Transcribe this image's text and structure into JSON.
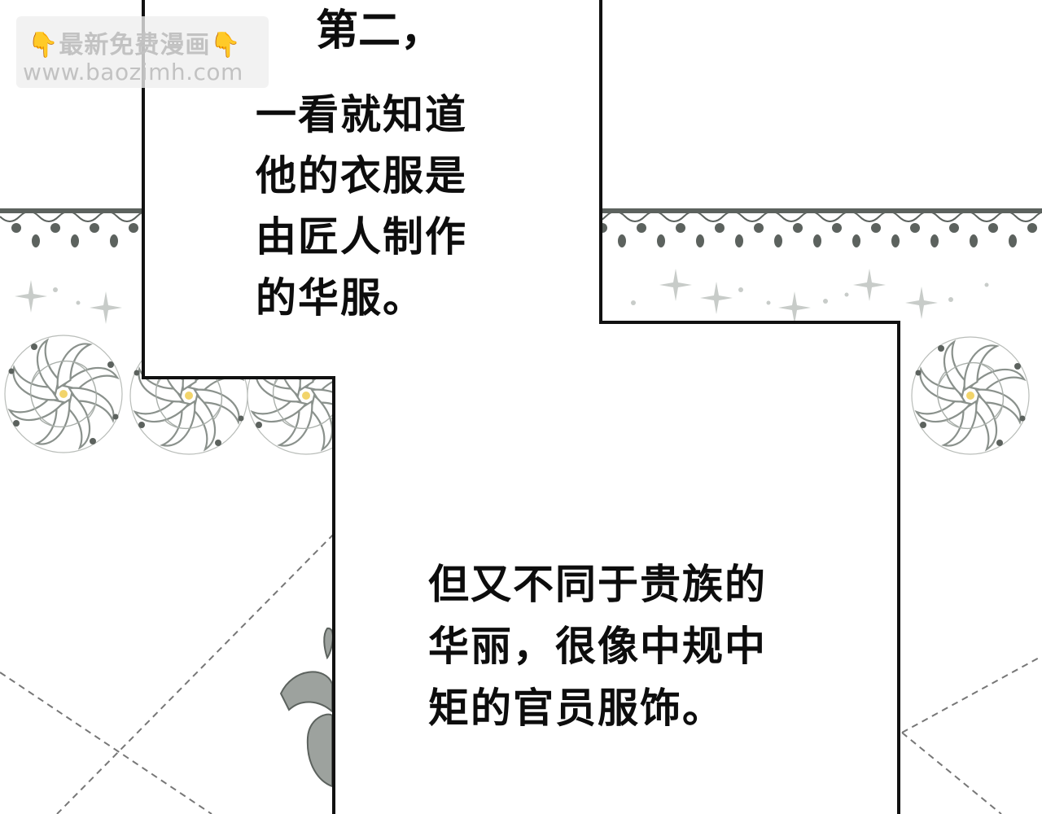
{
  "watermark": {
    "hand_left": "👇",
    "title": "最新免费漫画",
    "hand_right": "👇",
    "url": "www.baozimh.com"
  },
  "panel_top": {
    "heading": "第二，",
    "lines": [
      "一看就知道",
      "他的衣服是",
      "由匠人制作",
      "的华服。"
    ]
  },
  "panel_bottom": {
    "lines": [
      "但又不同于贵族的",
      "华丽，很像中规中",
      "矩的官员服饰。"
    ]
  },
  "colors": {
    "ink": "#0d0d0d",
    "lace": "#5c625e",
    "flower_outline": "#8a918c",
    "panel_border": "#111111",
    "dashed_line": "#777777"
  }
}
